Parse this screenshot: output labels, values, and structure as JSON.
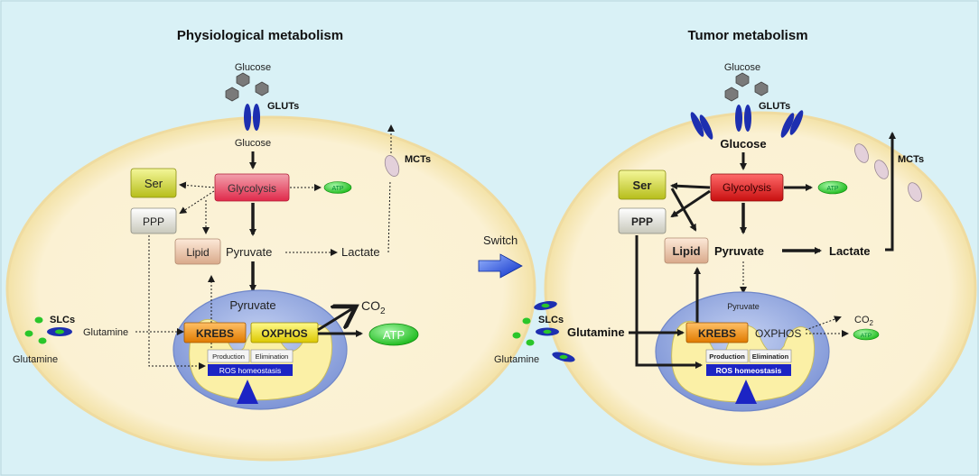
{
  "left": {
    "title": "Physiological metabolism",
    "glucose_out": "Glucose",
    "gluts": "GLUTs",
    "glucose_in": "Glucose",
    "glycolysis": "Glycolysis",
    "atp_small": "ATP",
    "mcts": "MCTs",
    "ser": "Ser",
    "ppp": "PPP",
    "lipid": "Lipid",
    "pyruvate": "Pyruvate",
    "lactate": "Lactate",
    "pyruvate_mito": "Pyruvate",
    "slcs": "SLCs",
    "glutamine_in": "Glutamine",
    "glutamine_out": "Glutamine",
    "krebs": "KREBS",
    "oxphos": "OXPHOS",
    "co2": "CO",
    "co2_sub": "2",
    "atp_big": "ATP",
    "production": "Production",
    "elimination": "Elimination",
    "ros": "ROS homeostasis"
  },
  "switch_label": "Switch",
  "right": {
    "title": "Tumor metabolism",
    "glucose_out": "Glucose",
    "gluts": "GLUTs",
    "glucose_in": "Glucose",
    "glycolysis": "Glycolysis",
    "atp_small": "ATP",
    "mcts": "MCTs",
    "ser": "Ser",
    "ppp": "PPP",
    "lipid": "Lipid",
    "pyruvate": "Pyruvate",
    "lactate": "Lactate",
    "pyruvate_mito": "Pyruvate",
    "slcs": "SLCs",
    "glutamine_in": "Glutamine",
    "glutamine_out": "Glutamine",
    "krebs": "KREBS",
    "oxphos": "OXPHOS",
    "co2": "CO",
    "co2_sub": "2",
    "atp_mito": "ATP",
    "production": "Production",
    "elimination": "Elimination",
    "ros": "ROS homeostasis"
  },
  "colors": {
    "background": "#d9f1f6",
    "cell": "#fbf3d9",
    "glycolysis_left": "#e8304a",
    "glycolysis_right": "#e41e1e",
    "ser": "#d8de2e",
    "ppp": "#e6e6dc",
    "lipid": "#f2d3bc",
    "krebs": "#f59b1a",
    "oxphos": "#f3e516",
    "atp": "#2bd82b",
    "mito_outer": "#9db2e3",
    "mito_inner": "#fbf0a6",
    "transporter": "#1d2fb0",
    "ros": "#1c24c4",
    "arrow": "#1b1b1b",
    "switch_arrow": "#1f4fe0"
  }
}
